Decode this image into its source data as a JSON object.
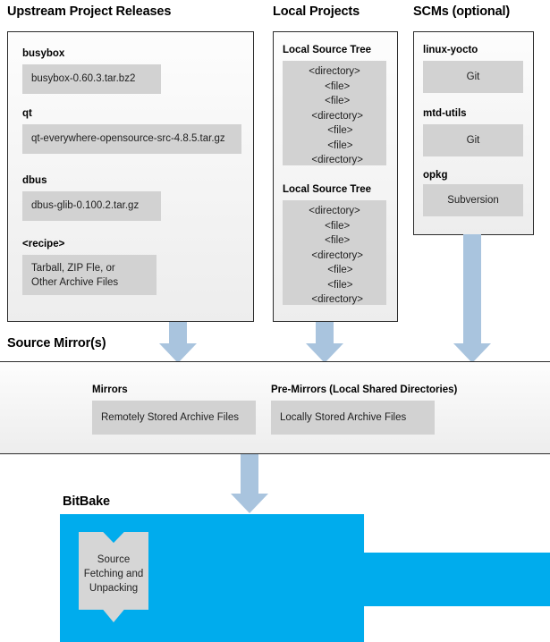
{
  "sections": {
    "upstream": {
      "title": "Upstream Project Releases",
      "items": [
        {
          "label": "busybox",
          "value": "busybox-0.60.3.tar.bz2"
        },
        {
          "label": "qt",
          "value": "qt-everywhere-opensource-src-4.8.5.tar.gz"
        },
        {
          "label": "dbus",
          "value": "dbus-glib-0.100.2.tar.gz"
        },
        {
          "label": "<recipe>",
          "value": "Tarball, ZIP Fle, or\nOther Archive Files"
        }
      ]
    },
    "local_projects": {
      "title": "Local Projects",
      "trees": [
        {
          "label": "Local Source Tree",
          "content": "<directory>\n  <file>\n  <file>\n  <directory>\n    <file>\n    <file>\n  <directory>"
        },
        {
          "label": "Local Source Tree",
          "content": "<directory>\n  <file>\n  <file>\n  <directory>\n    <file>\n    <file>\n  <directory>"
        }
      ]
    },
    "scms": {
      "title": "SCMs (optional)",
      "items": [
        {
          "label": "linux-yocto",
          "value": "Git"
        },
        {
          "label": "mtd-utils",
          "value": "Git"
        },
        {
          "label": "opkg",
          "value": "Subversion"
        }
      ]
    },
    "source_mirrors": {
      "title": "Source Mirror(s)",
      "items": [
        {
          "label": "Mirrors",
          "value": "Remotely Stored Archive Files"
        },
        {
          "label": "Pre-Mirrors (Local Shared Directories)",
          "value": "Locally Stored Archive Files"
        }
      ]
    },
    "bitbake": {
      "title": "BitBake",
      "task": "Source\nFetching and\nUnpacking"
    }
  },
  "arrows": [
    {
      "name": "upstream-to-mirror",
      "direction": "down"
    },
    {
      "name": "local-to-mirror",
      "direction": "down"
    },
    {
      "name": "scms-to-mirror",
      "direction": "down"
    },
    {
      "name": "mirror-to-bitbake",
      "direction": "down"
    }
  ],
  "colors": {
    "arrow": "#a9c4de",
    "bitbake": "#00aced",
    "gray_box": "#d2d2d2",
    "panel_border": "#2b2b2b",
    "text": "#1a1a1a"
  }
}
